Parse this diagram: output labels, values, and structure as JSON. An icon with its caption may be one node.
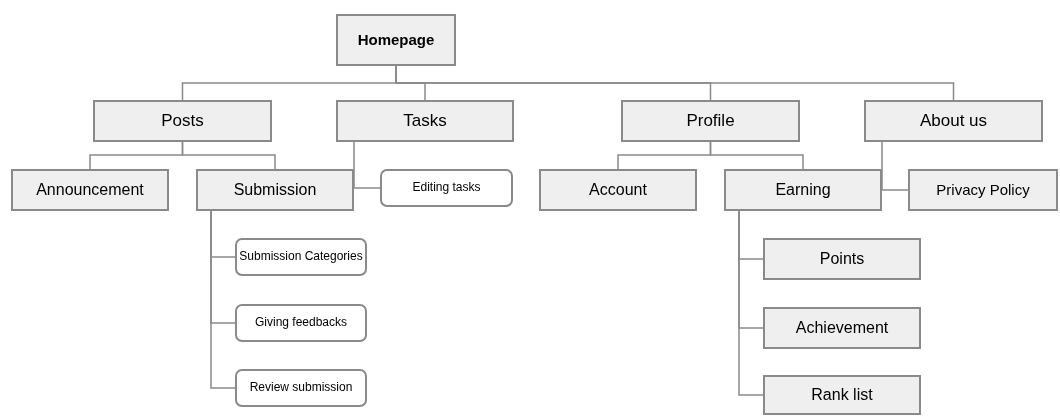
{
  "diagram": {
    "nodes": [
      {
        "text": [
          "Homepage"
        ]
      },
      {
        "text": [
          "Posts"
        ]
      },
      {
        "text": [
          "Tasks"
        ]
      },
      {
        "text": [
          "Profile"
        ]
      },
      {
        "text": [
          "About us"
        ]
      },
      {
        "text": [
          "Announcement"
        ]
      },
      {
        "text": [
          "Submission"
        ]
      },
      {
        "text": [
          "Editing tasks"
        ]
      },
      {
        "text": [
          "Account"
        ]
      },
      {
        "text": [
          "Earning"
        ]
      },
      {
        "text": [
          "Privacy Policy"
        ]
      },
      {
        "text": [
          "Submission Categories"
        ]
      },
      {
        "text": [
          "Giving feedbacks"
        ]
      },
      {
        "text": [
          "Review submission"
        ]
      },
      {
        "text": [
          "Points"
        ]
      },
      {
        "text": [
          "Achievement"
        ]
      },
      {
        "text": [
          "Rank list"
        ]
      }
    ],
    "edges": [
      {
        "from": 0,
        "to": 1,
        "arrow": "none"
      },
      {
        "from": 0,
        "to": 2,
        "arrow": "none"
      },
      {
        "from": 0,
        "to": 3,
        "arrow": "none"
      },
      {
        "from": 0,
        "to": 4,
        "arrow": "none"
      },
      {
        "from": 1,
        "to": 5,
        "arrow": "none"
      },
      {
        "from": 1,
        "to": 6,
        "arrow": "none"
      },
      {
        "from": 2,
        "to": 7,
        "arrow": "none"
      },
      {
        "from": 3,
        "to": 8,
        "arrow": "none"
      },
      {
        "from": 3,
        "to": 9,
        "arrow": "none"
      },
      {
        "from": 4,
        "to": 10,
        "arrow": "none"
      },
      {
        "from": 6,
        "to": 11,
        "arrow": "none"
      },
      {
        "from": 6,
        "to": 12,
        "arrow": "none"
      },
      {
        "from": 6,
        "to": 13,
        "arrow": "none"
      },
      {
        "from": 9,
        "to": 14,
        "arrow": "none"
      },
      {
        "from": 9,
        "to": 15,
        "arrow": "none"
      },
      {
        "from": 9,
        "to": 16,
        "arrow": "none"
      }
    ]
  }
}
